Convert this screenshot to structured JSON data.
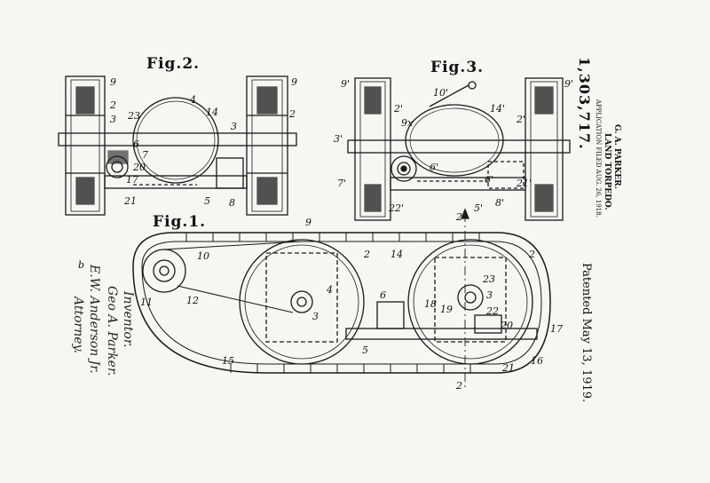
{
  "figures": {
    "fig1_title": "Fig.1.",
    "fig2_title": "Fig.2.",
    "fig3_title": "Fig.3."
  },
  "header": {
    "patent_number": "1,303,717.",
    "inventor": "G. A. PARKER.",
    "title": "LAND TORPEDO.",
    "application": "APPLICATION FILED AUG. 26, 1918.",
    "patented": "Patented May 13, 1919."
  },
  "signature": {
    "line1": "Inventor.",
    "line2": "Geo A. Parker.",
    "line3": "E.W. Anderson Jr.",
    "line4": "Attorney.",
    "mark": "b"
  },
  "fig1_labels": [
    "9",
    "2",
    "2",
    "14",
    "10",
    "11",
    "12",
    "4",
    "3",
    "6",
    "23",
    "18",
    "19",
    "3",
    "22",
    "20",
    "17",
    "5",
    "15",
    "21",
    "16",
    "2",
    "2"
  ],
  "fig2_labels": [
    "9",
    "2",
    "3",
    "23",
    "4",
    "14",
    "3",
    "6",
    "7",
    "20",
    "17",
    "21",
    "5",
    "8",
    "9",
    "2"
  ],
  "fig3_labels": [
    "9'",
    "2'",
    "10'",
    "14'",
    "9'",
    "2'",
    "3'",
    "9x",
    "6'",
    "7'",
    "5'",
    "6'",
    "22'",
    "8'",
    "21'"
  ],
  "colors": {
    "ink": "#1a1a1a",
    "paper": "#f7f6f2"
  }
}
